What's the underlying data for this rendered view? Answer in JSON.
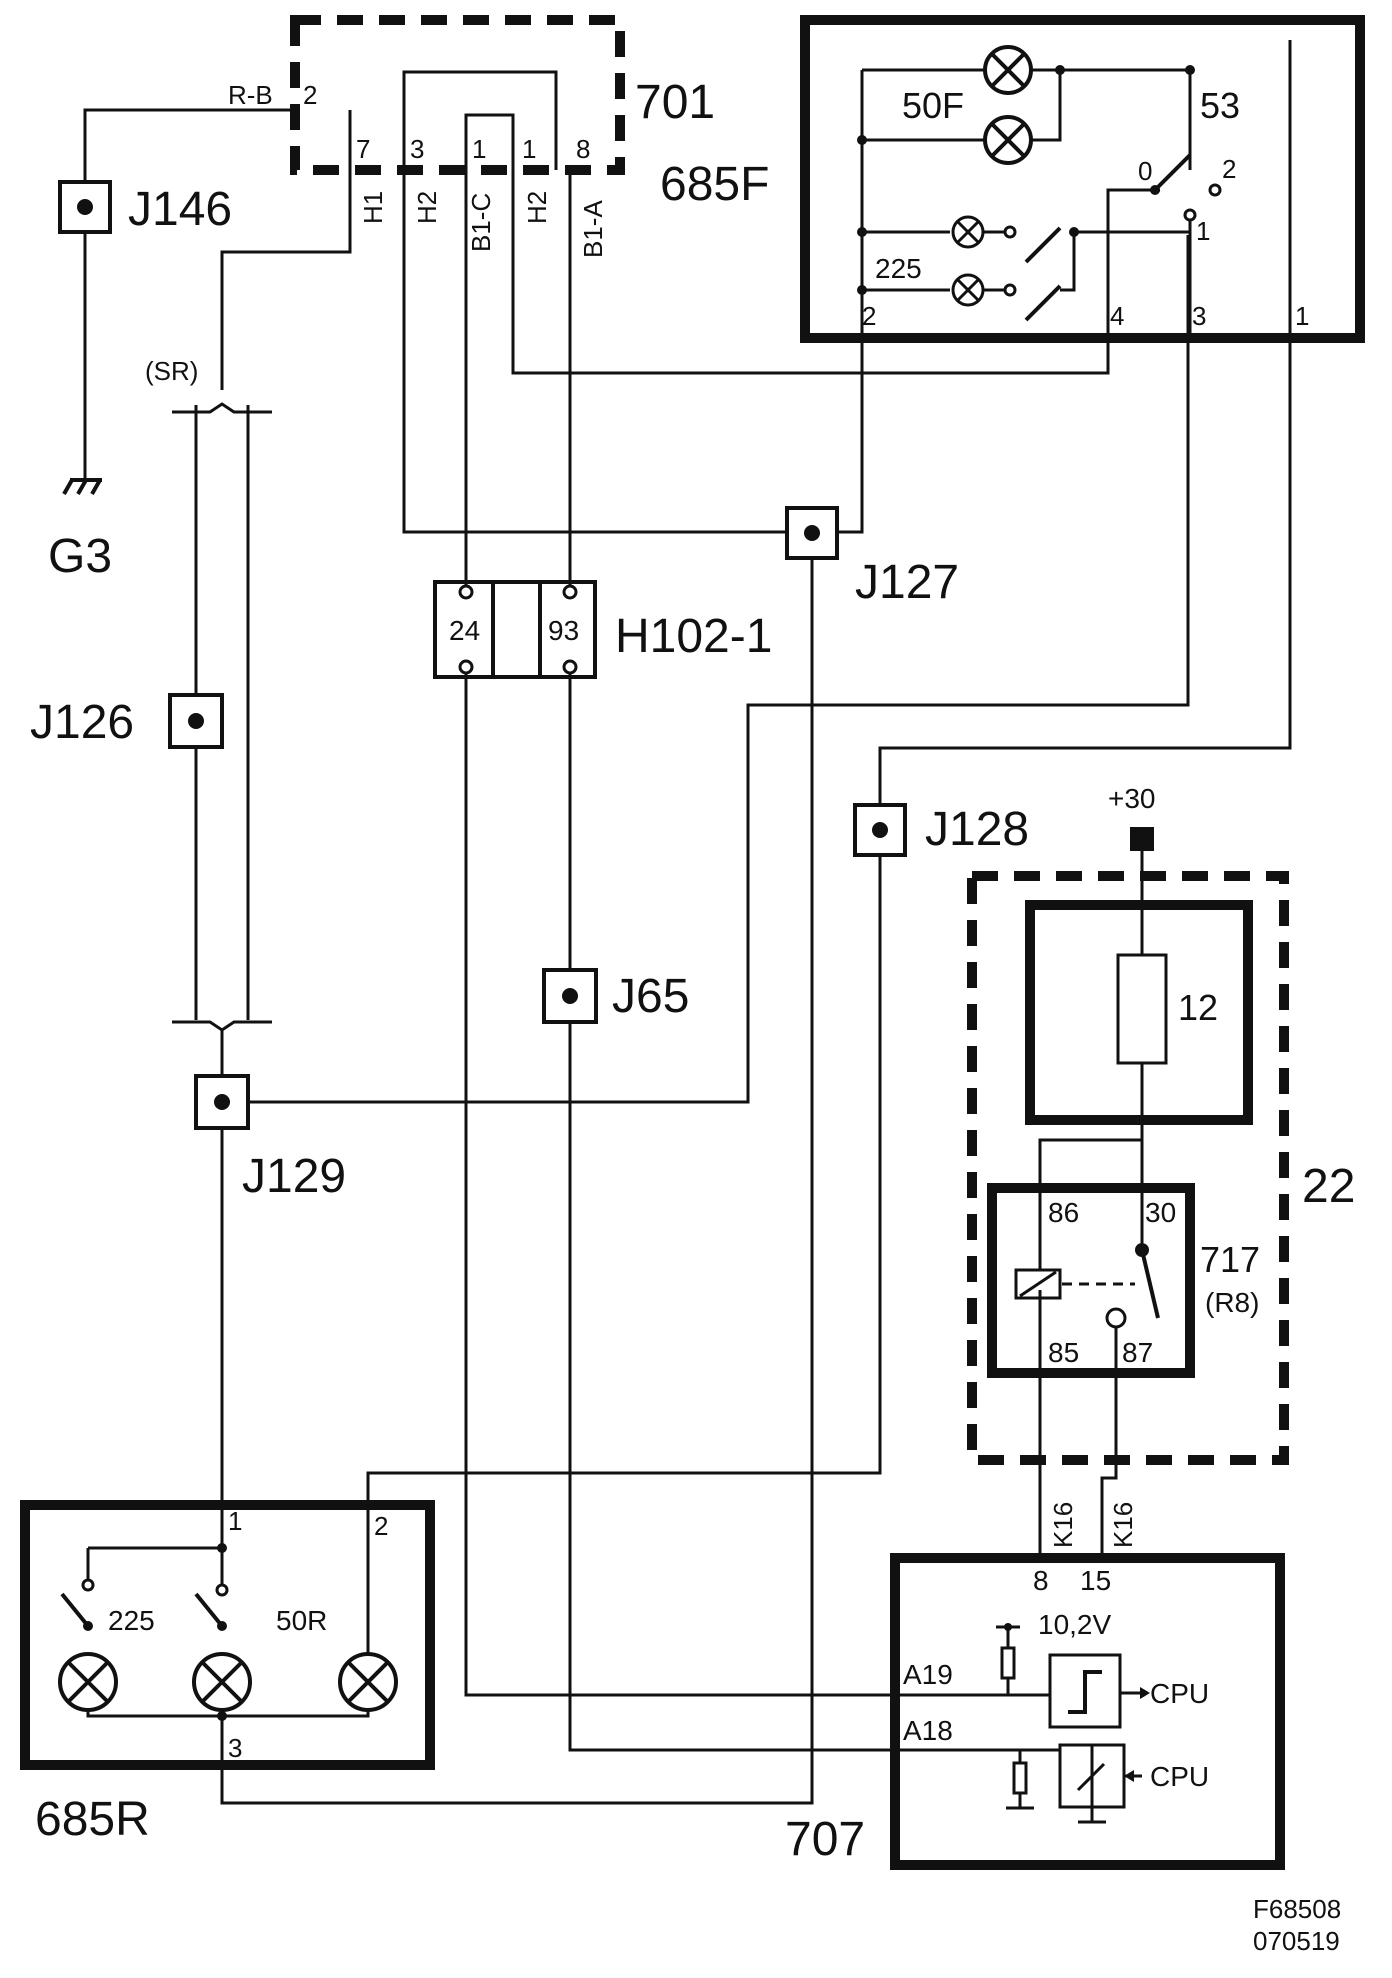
{
  "components": {
    "c701": "701",
    "c685F": "685F",
    "c685R": "685R",
    "c707": "707",
    "c22": "22",
    "c717": "717",
    "c717_sub": "(R8)",
    "fuse12": "12",
    "ground": "G3",
    "h102": "H102-1",
    "sr": "(SR)",
    "plus30": "+30"
  },
  "connectors": {
    "j146": "J146",
    "j127": "J127",
    "j126": "J126",
    "j128": "J128",
    "j65": "J65",
    "j129": "J129"
  },
  "c701_pins": {
    "rb": "R-B",
    "p2": "2",
    "p7": "7",
    "p3": "3",
    "p1a": "1",
    "p1b": "1",
    "p8": "8"
  },
  "wire_labels": {
    "h1": "H1",
    "h2a": "H2",
    "b1c": "B1-C",
    "h2b": "H2",
    "b1a": "B1-A",
    "k16a": "K16",
    "k16b": "K16"
  },
  "f685": {
    "lamp50": "50F",
    "lamp225": "225",
    "sw53": "53",
    "pos0": "0",
    "pos2": "2",
    "pos1": "1",
    "p2": "2",
    "p4": "4",
    "p3": "3",
    "p1": "1"
  },
  "h102_pins": {
    "a": "24",
    "b": "93"
  },
  "relay": {
    "p86": "86",
    "p30": "30",
    "p85": "85",
    "p87": "87"
  },
  "r685": {
    "p1": "1",
    "p2": "2",
    "p3": "3",
    "l225": "225",
    "l50": "50R"
  },
  "m707": {
    "p8": "8",
    "p15": "15",
    "a19": "A19",
    "a18": "A18",
    "volt": "10,2V",
    "cpu1": "CPU",
    "cpu2": "CPU"
  },
  "footer": {
    "code": "F68508",
    "date": "070519"
  }
}
